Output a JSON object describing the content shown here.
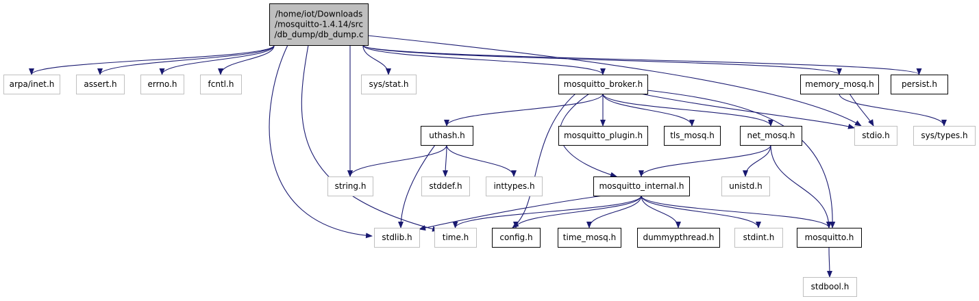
{
  "colors": {
    "edge": "#191970",
    "documented_border": "#000000",
    "undocumented_border": "#bfbfbf",
    "root_fill": "#bfbfbf",
    "node_fill": "#ffffff",
    "text": "#000000"
  },
  "graph": {
    "root": {
      "id": "root",
      "lines": [
        "/home/iot/Downloads",
        "/mosquitto-1.4.14/src",
        "/db_dump/db_dump.c"
      ]
    },
    "nodes": [
      {
        "id": "arpa",
        "label": "arpa/inet.h",
        "documented": false
      },
      {
        "id": "assert",
        "label": "assert.h",
        "documented": false
      },
      {
        "id": "errno",
        "label": "errno.h",
        "documented": false
      },
      {
        "id": "fcntl",
        "label": "fcntl.h",
        "documented": false
      },
      {
        "id": "sysstat",
        "label": "sys/stat.h",
        "documented": false
      },
      {
        "id": "broker",
        "label": "mosquitto_broker.h",
        "documented": true
      },
      {
        "id": "memmosq",
        "label": "memory_mosq.h",
        "documented": true
      },
      {
        "id": "persist",
        "label": "persist.h",
        "documented": true
      },
      {
        "id": "uthash",
        "label": "uthash.h",
        "documented": true
      },
      {
        "id": "plugin",
        "label": "mosquitto_plugin.h",
        "documented": true
      },
      {
        "id": "tls",
        "label": "tls_mosq.h",
        "documented": true
      },
      {
        "id": "netmosq",
        "label": "net_mosq.h",
        "documented": true
      },
      {
        "id": "stdio",
        "label": "stdio.h",
        "documented": false
      },
      {
        "id": "systypes",
        "label": "sys/types.h",
        "documented": false
      },
      {
        "id": "string",
        "label": "string.h",
        "documented": false
      },
      {
        "id": "stddef",
        "label": "stddef.h",
        "documented": false
      },
      {
        "id": "inttypes",
        "label": "inttypes.h",
        "documented": false
      },
      {
        "id": "internal",
        "label": "mosquitto_internal.h",
        "documented": true
      },
      {
        "id": "unistd",
        "label": "unistd.h",
        "documented": false
      },
      {
        "id": "stdlib",
        "label": "stdlib.h",
        "documented": false
      },
      {
        "id": "time",
        "label": "time.h",
        "documented": false
      },
      {
        "id": "config",
        "label": "config.h",
        "documented": true
      },
      {
        "id": "timemosq",
        "label": "time_mosq.h",
        "documented": true
      },
      {
        "id": "dummy",
        "label": "dummypthread.h",
        "documented": true
      },
      {
        "id": "stdint",
        "label": "stdint.h",
        "documented": false
      },
      {
        "id": "mosquitto",
        "label": "mosquitto.h",
        "documented": true
      },
      {
        "id": "stdbool",
        "label": "stdbool.h",
        "documented": false
      }
    ],
    "edges": [
      {
        "from": "root",
        "to": "arpa"
      },
      {
        "from": "root",
        "to": "assert"
      },
      {
        "from": "root",
        "to": "errno"
      },
      {
        "from": "root",
        "to": "fcntl"
      },
      {
        "from": "root",
        "to": "sysstat"
      },
      {
        "from": "root",
        "to": "broker"
      },
      {
        "from": "root",
        "to": "memmosq"
      },
      {
        "from": "root",
        "to": "persist"
      },
      {
        "from": "root",
        "to": "string"
      },
      {
        "from": "root",
        "to": "stdio"
      },
      {
        "from": "root",
        "to": "stdlib"
      },
      {
        "from": "root",
        "to": "time"
      },
      {
        "from": "broker",
        "to": "uthash"
      },
      {
        "from": "broker",
        "to": "plugin"
      },
      {
        "from": "broker",
        "to": "tls"
      },
      {
        "from": "broker",
        "to": "netmosq"
      },
      {
        "from": "broker",
        "to": "stdio"
      },
      {
        "from": "broker",
        "to": "internal"
      },
      {
        "from": "broker",
        "to": "config"
      },
      {
        "from": "broker",
        "to": "mosquitto"
      },
      {
        "from": "memmosq",
        "to": "stdio"
      },
      {
        "from": "memmosq",
        "to": "systypes"
      },
      {
        "from": "uthash",
        "to": "string"
      },
      {
        "from": "uthash",
        "to": "stddef"
      },
      {
        "from": "uthash",
        "to": "inttypes"
      },
      {
        "from": "uthash",
        "to": "stdlib"
      },
      {
        "from": "netmosq",
        "to": "unistd"
      },
      {
        "from": "netmosq",
        "to": "internal"
      },
      {
        "from": "netmosq",
        "to": "mosquitto"
      },
      {
        "from": "internal",
        "to": "stdlib"
      },
      {
        "from": "internal",
        "to": "time"
      },
      {
        "from": "internal",
        "to": "config"
      },
      {
        "from": "internal",
        "to": "timemosq"
      },
      {
        "from": "internal",
        "to": "dummy"
      },
      {
        "from": "internal",
        "to": "stdint"
      },
      {
        "from": "internal",
        "to": "mosquitto"
      },
      {
        "from": "mosquitto",
        "to": "stdbool"
      }
    ]
  }
}
